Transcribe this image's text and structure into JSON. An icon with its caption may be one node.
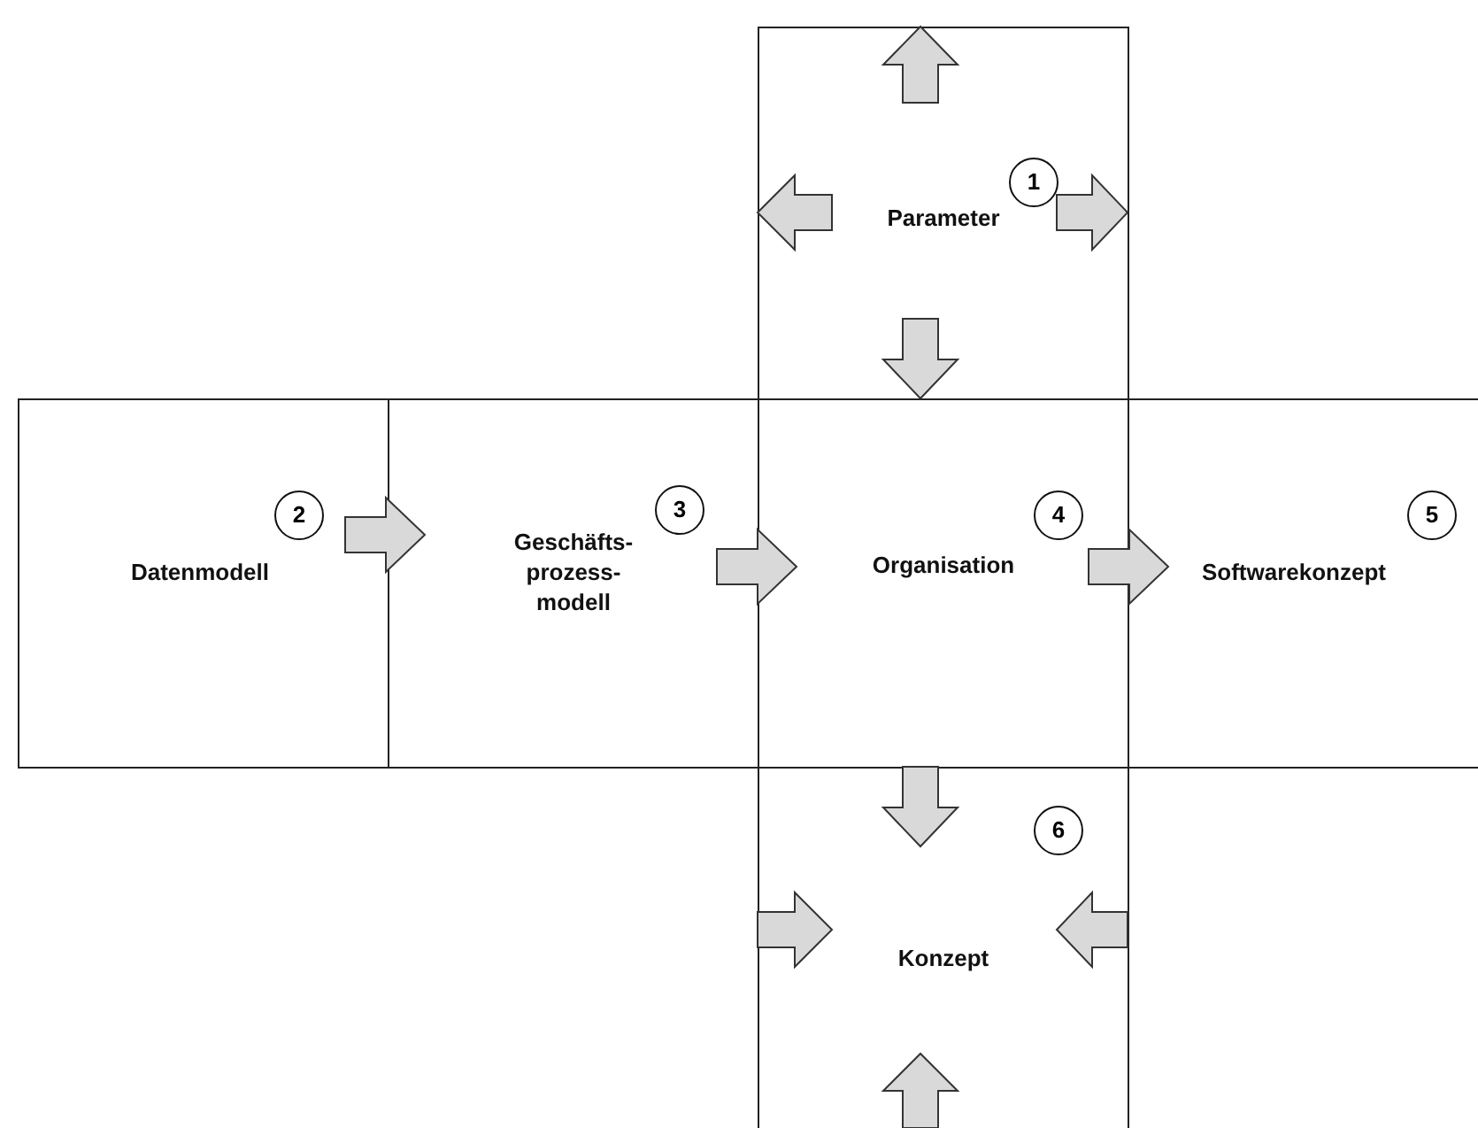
{
  "diagram": {
    "nodes": [
      {
        "text": [
          "1",
          "Parameter"
        ]
      },
      {
        "text": [
          "2",
          "Datenmodell"
        ]
      },
      {
        "text": [
          "3",
          "Geschäfts- prozess- modell"
        ]
      },
      {
        "text": [
          "4",
          "Organisation"
        ]
      },
      {
        "text": [
          "5",
          "Softwarekonzept"
        ]
      },
      {
        "text": [
          "6",
          "Konzept"
        ]
      }
    ],
    "edges": [
      {
        "from": 0,
        "to": 3,
        "arrow": "to"
      },
      {
        "from": 1,
        "to": 2,
        "arrow": "to"
      },
      {
        "from": 2,
        "to": 3,
        "arrow": "to"
      },
      {
        "from": 3,
        "to": 4,
        "arrow": "to"
      },
      {
        "from": 3,
        "to": 5,
        "arrow": "to"
      }
    ]
  }
}
